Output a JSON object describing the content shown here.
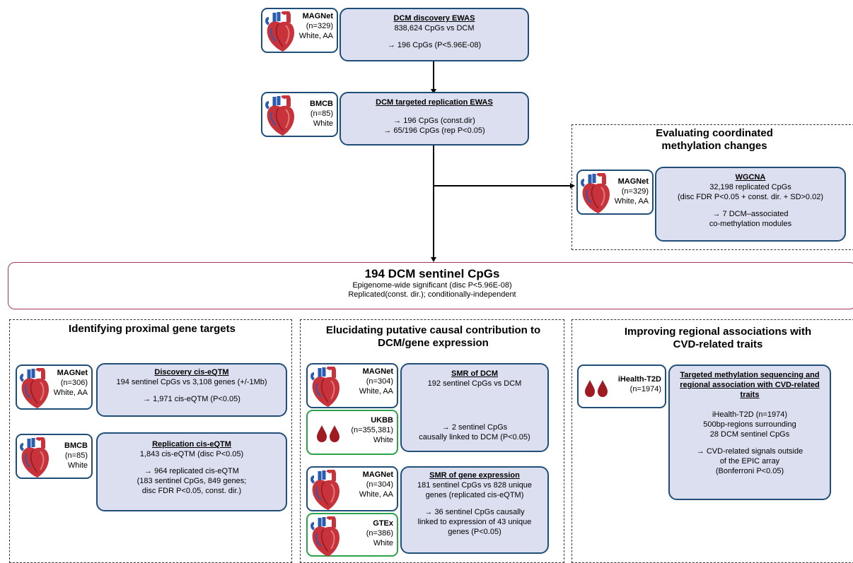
{
  "steps": {
    "discovery": {
      "cohort": {
        "name": "MAGNet",
        "n": "(n=329)",
        "pop": "White, AA"
      },
      "title": "DCM discovery EWAS",
      "lines": [
        "838,624 CpGs vs DCM",
        "",
        "→ 196 CpGs (P<5.96E-08)"
      ]
    },
    "replication": {
      "cohort": {
        "name": "BMCB",
        "n": "(n=85)",
        "pop": "White"
      },
      "title": "DCM targeted replication EWAS",
      "lines": [
        "→ 196 CpGs (const.dir)",
        "→ 65/196 CpGs (rep P<0.05)"
      ]
    }
  },
  "wgcna": {
    "heading": "Evaluating coordinated methylation changes",
    "cohort": {
      "name": "MAGNet",
      "n": "(n=329)",
      "pop": "White, AA"
    },
    "title": "WGCNA",
    "lines": [
      "32,198 replicated CpGs",
      "(disc FDR P<0.05 + const. dir. + SD>0.02)",
      "",
      "→ 7 DCM–associated",
      "co-methylation modules"
    ]
  },
  "sentinel": {
    "title": "194 DCM sentinel CpGs",
    "line1": "Epigenome-wide significant (disc P<5.96E-08)",
    "line2": "Replicated(const. dir.); conditionally-independent"
  },
  "section_left": {
    "heading": "Identifying proximal gene targets",
    "discovery": {
      "cohort": {
        "name": "MAGNet",
        "n": "(n=306)",
        "pop": "White, AA"
      },
      "title": "Discovery cis-eQTM",
      "lines": [
        "194 sentinel CpGs vs 3,108 genes (+/-1Mb)",
        "",
        "→ 1,971 cis-eQTM (P<0.05)"
      ]
    },
    "replication": {
      "cohort": {
        "name": "BMCB",
        "n": "(n=85)",
        "pop": "White"
      },
      "title": "Replication cis-eQTM",
      "lines": [
        "1,843 cis-eQTM (disc P<0.05)",
        "",
        "→ 964 replicated cis-eQTM",
        "(183 sentinel CpGs, 849 genes;",
        "disc FDR P<0.05, const. dir.)"
      ]
    }
  },
  "section_mid": {
    "heading": "Elucidating putative causal contribution to DCM/gene expression",
    "smr_dcm": {
      "cohort_a": {
        "name": "MAGNet",
        "n": "(n=304)",
        "pop": "White, AA"
      },
      "cohort_b": {
        "name": "UKBB",
        "n": "(n=355,381)",
        "pop": "White"
      },
      "title": "SMR of DCM",
      "lines": [
        "192 sentinel CpGs  vs DCM",
        "",
        "",
        "",
        "→ 2 sentinel CpGs",
        "causally linked to DCM (P<0.05)"
      ]
    },
    "smr_expr": {
      "cohort_a": {
        "name": "MAGNet",
        "n": "(n=304)",
        "pop": "White, AA"
      },
      "cohort_b": {
        "name": "GTEx",
        "n": "(n=386)",
        "pop": "White"
      },
      "title": "SMR of gene expression",
      "lines": [
        "181 sentinel CpGs vs 828 unique",
        "genes (replicated cis-eQTM)",
        "",
        "→ 36 sentinel CpGs causally",
        "linked to expression of 43 unique",
        "genes (P<0.05)"
      ]
    }
  },
  "section_right": {
    "heading": "Improving regional associations with CVD-related traits",
    "cohort": {
      "name": "iHealth-T2D",
      "n": "(n=1974)"
    },
    "title": "Targeted methylation sequencing and regional association with CVD-related traits",
    "lines": [
      "iHealth-T2D (n=1974)",
      "500bp-regions surrounding",
      "28 DCM sentinel CpGs",
      "",
      "→ CVD-related signals outside",
      "of the EPIC array",
      "(Bonferroni P<0.05)"
    ]
  },
  "colors": {
    "box_fill": "#dcdff0",
    "box_border": "#1f4e79",
    "cohort_green": "#2ca24a",
    "sentinel_border": "#a0385c"
  }
}
